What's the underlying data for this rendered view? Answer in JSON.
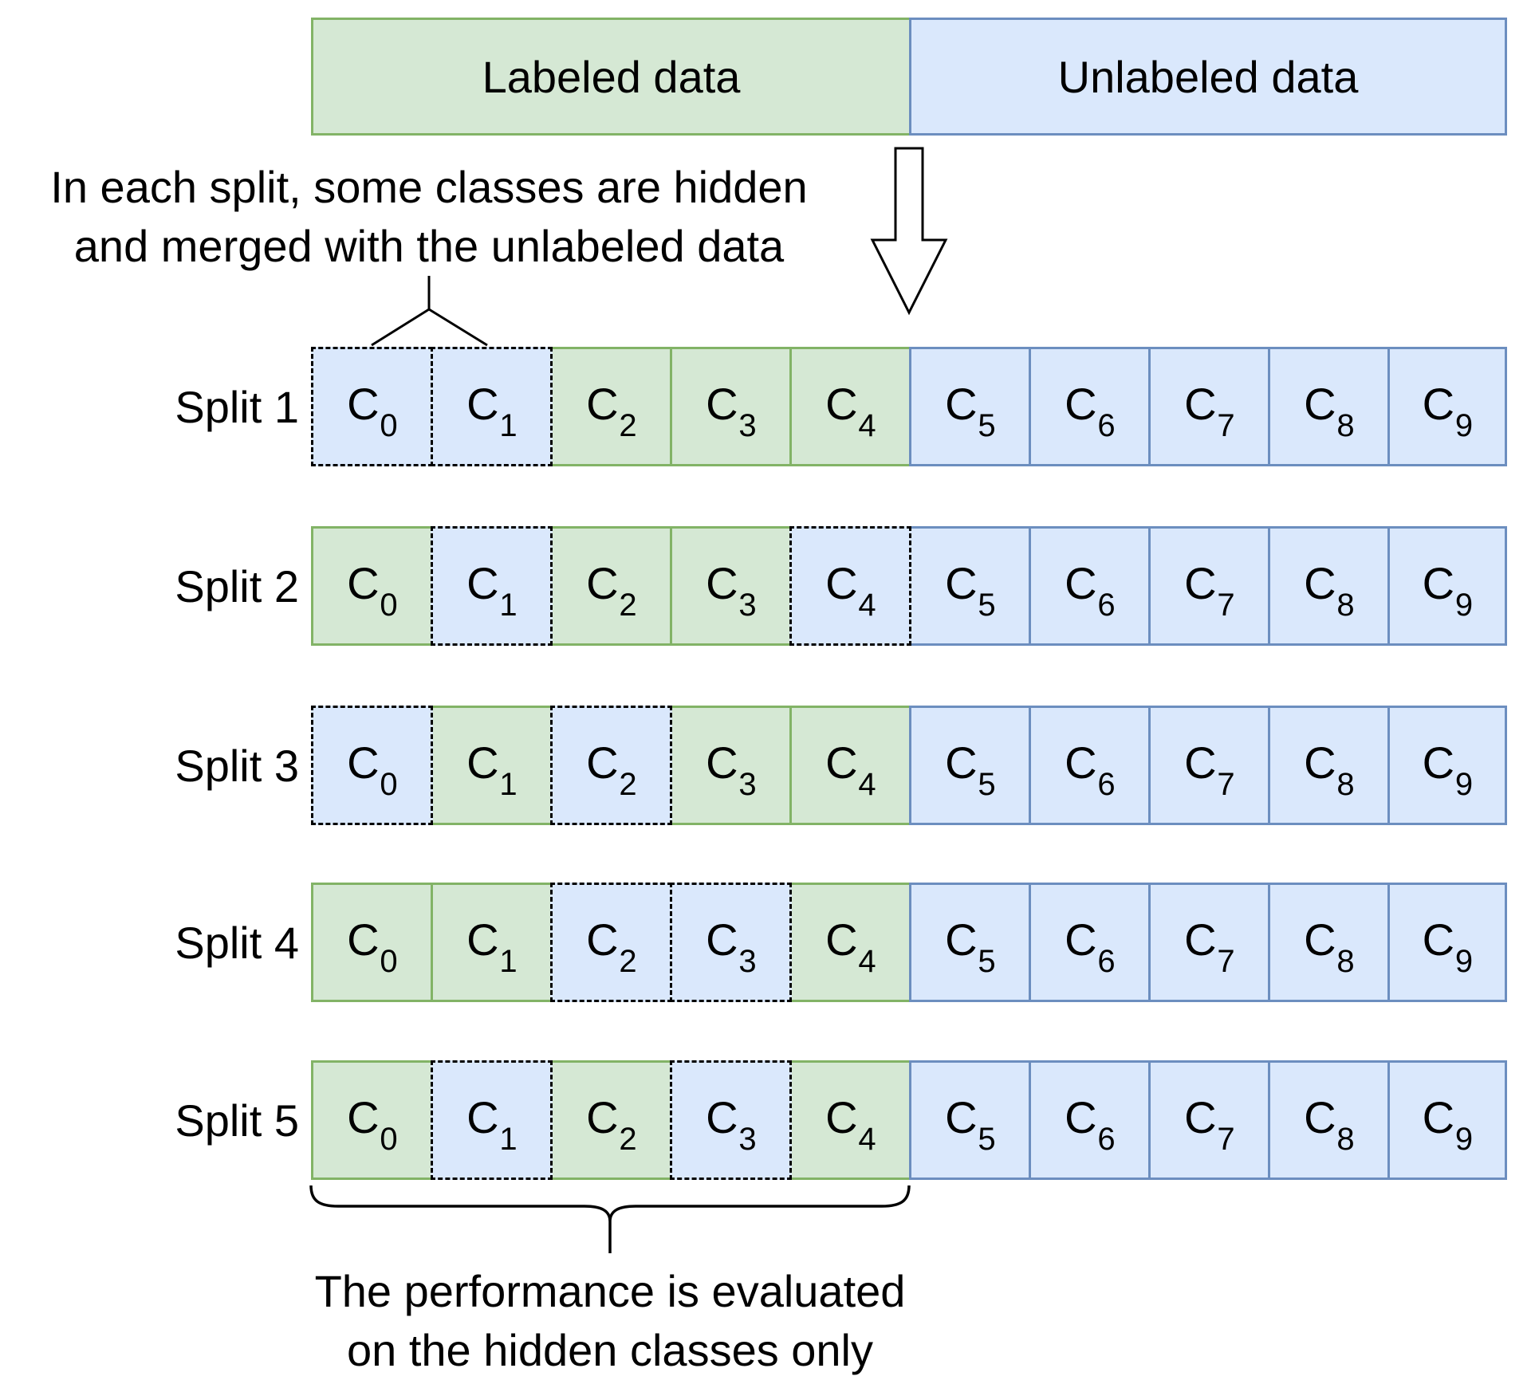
{
  "title_bar": {
    "labeled_label": "Labeled data",
    "unlabeled_label": "Unlabeled data"
  },
  "annotations": {
    "hidden_note_line1": "In each split, some classes are hidden",
    "hidden_note_line2": "and merged with the unlabeled data",
    "eval_note_line1": "The performance is evaluated",
    "eval_note_line2": "on the hidden classes only"
  },
  "colors": {
    "labeled_fill": "#d5e8d4",
    "labeled_border": "#82b366",
    "unlabeled_fill": "#dae8fc",
    "unlabeled_border": "#6c8ebf",
    "hidden_cell_border": "#000000",
    "text": "#000000",
    "background": "#ffffff"
  },
  "legend": {
    "labeled_state": "labeled",
    "unlabeled_state": "unlabeled",
    "hidden_state": "hidden"
  },
  "splits": [
    {
      "label": "Split 1",
      "cells": [
        {
          "name": "C",
          "sub": "0",
          "state": "hidden"
        },
        {
          "name": "C",
          "sub": "1",
          "state": "hidden"
        },
        {
          "name": "C",
          "sub": "2",
          "state": "labeled"
        },
        {
          "name": "C",
          "sub": "3",
          "state": "labeled"
        },
        {
          "name": "C",
          "sub": "4",
          "state": "labeled"
        },
        {
          "name": "C",
          "sub": "5",
          "state": "unlabeled"
        },
        {
          "name": "C",
          "sub": "6",
          "state": "unlabeled"
        },
        {
          "name": "C",
          "sub": "7",
          "state": "unlabeled"
        },
        {
          "name": "C",
          "sub": "8",
          "state": "unlabeled"
        },
        {
          "name": "C",
          "sub": "9",
          "state": "unlabeled"
        }
      ]
    },
    {
      "label": "Split 2",
      "cells": [
        {
          "name": "C",
          "sub": "0",
          "state": "labeled"
        },
        {
          "name": "C",
          "sub": "1",
          "state": "hidden"
        },
        {
          "name": "C",
          "sub": "2",
          "state": "labeled"
        },
        {
          "name": "C",
          "sub": "3",
          "state": "labeled"
        },
        {
          "name": "C",
          "sub": "4",
          "state": "hidden"
        },
        {
          "name": "C",
          "sub": "5",
          "state": "unlabeled"
        },
        {
          "name": "C",
          "sub": "6",
          "state": "unlabeled"
        },
        {
          "name": "C",
          "sub": "7",
          "state": "unlabeled"
        },
        {
          "name": "C",
          "sub": "8",
          "state": "unlabeled"
        },
        {
          "name": "C",
          "sub": "9",
          "state": "unlabeled"
        }
      ]
    },
    {
      "label": "Split 3",
      "cells": [
        {
          "name": "C",
          "sub": "0",
          "state": "hidden"
        },
        {
          "name": "C",
          "sub": "1",
          "state": "labeled"
        },
        {
          "name": "C",
          "sub": "2",
          "state": "hidden"
        },
        {
          "name": "C",
          "sub": "3",
          "state": "labeled"
        },
        {
          "name": "C",
          "sub": "4",
          "state": "labeled"
        },
        {
          "name": "C",
          "sub": "5",
          "state": "unlabeled"
        },
        {
          "name": "C",
          "sub": "6",
          "state": "unlabeled"
        },
        {
          "name": "C",
          "sub": "7",
          "state": "unlabeled"
        },
        {
          "name": "C",
          "sub": "8",
          "state": "unlabeled"
        },
        {
          "name": "C",
          "sub": "9",
          "state": "unlabeled"
        }
      ]
    },
    {
      "label": "Split 4",
      "cells": [
        {
          "name": "C",
          "sub": "0",
          "state": "labeled"
        },
        {
          "name": "C",
          "sub": "1",
          "state": "labeled"
        },
        {
          "name": "C",
          "sub": "2",
          "state": "hidden"
        },
        {
          "name": "C",
          "sub": "3",
          "state": "hidden"
        },
        {
          "name": "C",
          "sub": "4",
          "state": "labeled"
        },
        {
          "name": "C",
          "sub": "5",
          "state": "unlabeled"
        },
        {
          "name": "C",
          "sub": "6",
          "state": "unlabeled"
        },
        {
          "name": "C",
          "sub": "7",
          "state": "unlabeled"
        },
        {
          "name": "C",
          "sub": "8",
          "state": "unlabeled"
        },
        {
          "name": "C",
          "sub": "9",
          "state": "unlabeled"
        }
      ]
    },
    {
      "label": "Split 5",
      "cells": [
        {
          "name": "C",
          "sub": "0",
          "state": "labeled"
        },
        {
          "name": "C",
          "sub": "1",
          "state": "hidden"
        },
        {
          "name": "C",
          "sub": "2",
          "state": "labeled"
        },
        {
          "name": "C",
          "sub": "3",
          "state": "hidden"
        },
        {
          "name": "C",
          "sub": "4",
          "state": "labeled"
        },
        {
          "name": "C",
          "sub": "5",
          "state": "unlabeled"
        },
        {
          "name": "C",
          "sub": "6",
          "state": "unlabeled"
        },
        {
          "name": "C",
          "sub": "7",
          "state": "unlabeled"
        },
        {
          "name": "C",
          "sub": "8",
          "state": "unlabeled"
        },
        {
          "name": "C",
          "sub": "9",
          "state": "unlabeled"
        }
      ]
    }
  ]
}
